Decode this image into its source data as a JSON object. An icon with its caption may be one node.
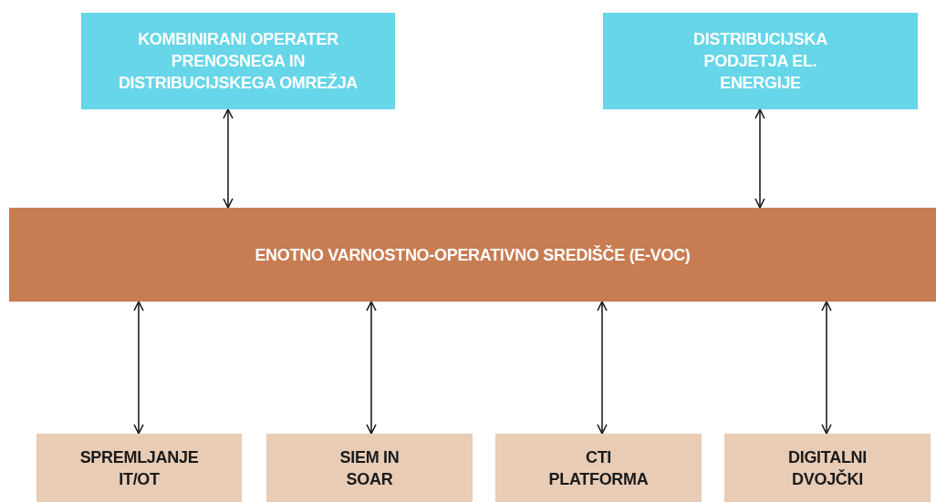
{
  "diagram": {
    "nodes": [
      {
        "text": [
          "KOMBINIRANI OPERATER PRENOSNEGA IN DISTRIBUCIJSKEGA OMREŽJA"
        ]
      },
      {
        "text": [
          "DISTRIBUCIJSKA PODJETJA EL. ENERGIJE"
        ]
      },
      {
        "text": [
          "ENOTNO VARNOSTNO-OPERATIVNO SREDIŠČE (E-VOC)"
        ]
      },
      {
        "text": [
          "SPREMLJANJE IT/OT"
        ]
      },
      {
        "text": [
          "SIEM IN SOAR"
        ]
      },
      {
        "text": [
          "CTI PLATFORMA"
        ]
      },
      {
        "text": [
          "DIGITALNI DVOJČKI"
        ]
      }
    ],
    "edges": [
      {
        "from": 0,
        "to": 2,
        "arrow": "both"
      },
      {
        "from": 1,
        "to": 2,
        "arrow": "both"
      },
      {
        "from": 2,
        "to": 3,
        "arrow": "both"
      },
      {
        "from": 2,
        "to": 4,
        "arrow": "both"
      },
      {
        "from": 2,
        "to": 5,
        "arrow": "both"
      },
      {
        "from": 2,
        "to": 6,
        "arrow": "both"
      }
    ]
  }
}
